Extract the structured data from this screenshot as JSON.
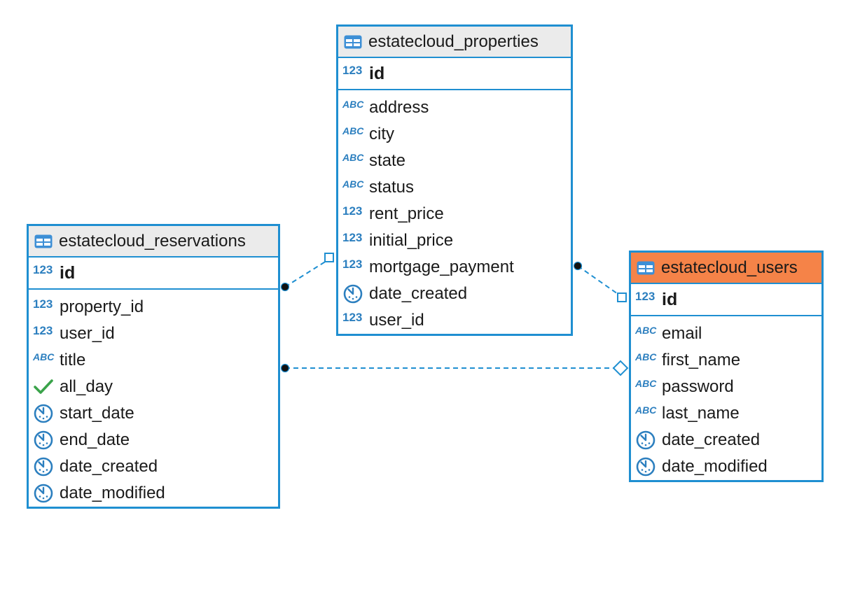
{
  "colors": {
    "border": "#1f8fd1",
    "header": "#ebebeb",
    "header_selected": "#f58348",
    "type_icon": "#2c7fbf",
    "bool_icon": "#3aa34a"
  },
  "entities": {
    "properties": {
      "title": "estatecloud_properties",
      "icon": "table-icon",
      "pk": {
        "name": "id",
        "type": "number",
        "label": "123"
      },
      "columns": [
        {
          "name": "address",
          "type": "string",
          "label": "ABC"
        },
        {
          "name": "city",
          "type": "string",
          "label": "ABC"
        },
        {
          "name": "state",
          "type": "string",
          "label": "ABC"
        },
        {
          "name": "status",
          "type": "string",
          "label": "ABC"
        },
        {
          "name": "rent_price",
          "type": "number",
          "label": "123"
        },
        {
          "name": "initial_price",
          "type": "number",
          "label": "123"
        },
        {
          "name": "mortgage_payment",
          "type": "number",
          "label": "123"
        },
        {
          "name": "date_created",
          "type": "datetime",
          "label": ""
        },
        {
          "name": "user_id",
          "type": "number",
          "label": "123"
        }
      ]
    },
    "reservations": {
      "title": "estatecloud_reservations",
      "icon": "table-icon",
      "pk": {
        "name": "id",
        "type": "number",
        "label": "123"
      },
      "columns": [
        {
          "name": "property_id",
          "type": "number",
          "label": "123"
        },
        {
          "name": "user_id",
          "type": "number",
          "label": "123"
        },
        {
          "name": "title",
          "type": "string",
          "label": "ABC"
        },
        {
          "name": "all_day",
          "type": "boolean",
          "label": ""
        },
        {
          "name": "start_date",
          "type": "datetime",
          "label": ""
        },
        {
          "name": "end_date",
          "type": "datetime",
          "label": ""
        },
        {
          "name": "date_created",
          "type": "datetime",
          "label": ""
        },
        {
          "name": "date_modified",
          "type": "datetime",
          "label": ""
        }
      ]
    },
    "users": {
      "title": "estatecloud_users",
      "icon": "table-icon",
      "selected": true,
      "pk": {
        "name": "id",
        "type": "number",
        "label": "123"
      },
      "columns": [
        {
          "name": "email",
          "type": "string",
          "label": "ABC"
        },
        {
          "name": "first_name",
          "type": "string",
          "label": "ABC"
        },
        {
          "name": "password",
          "type": "string",
          "label": "ABC"
        },
        {
          "name": "last_name",
          "type": "string",
          "label": "ABC"
        },
        {
          "name": "date_created",
          "type": "datetime",
          "label": ""
        },
        {
          "name": "date_modified",
          "type": "datetime",
          "label": ""
        }
      ]
    }
  },
  "relationships": [
    {
      "from": "reservations",
      "to": "properties",
      "from_end": "dot",
      "to_end": "square"
    },
    {
      "from": "properties",
      "to": "users",
      "from_end": "dot",
      "to_end": "square"
    },
    {
      "from": "reservations",
      "to": "users",
      "from_end": "dot",
      "to_end": "diamond"
    }
  ]
}
